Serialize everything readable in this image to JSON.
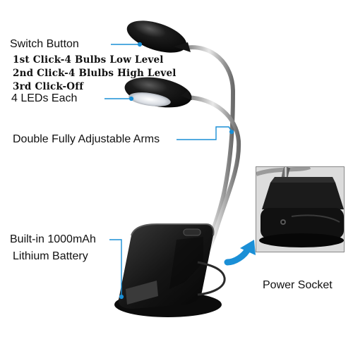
{
  "labels": {
    "switch_button": "Switch Button",
    "click1": "1st  Click-4 Bulbs Low Level",
    "click2": "2nd Click-4 Blulbs High Level",
    "click3": "3rd Click-Off",
    "leds_each": "4 LEDs Each",
    "arms": "Double Fully Adjustable Arms",
    "battery_line1": "Built-in 1000mAh",
    "battery_line2": "Lithium Battery",
    "power_socket": "Power Socket"
  },
  "colors": {
    "callout_blue": "#1a8fd6",
    "lamp_black": "#111111",
    "arm_silver": "#b8b8b8",
    "background": "#ffffff"
  },
  "icons": {
    "curved_arrow": "curved-arrow-right-icon"
  }
}
